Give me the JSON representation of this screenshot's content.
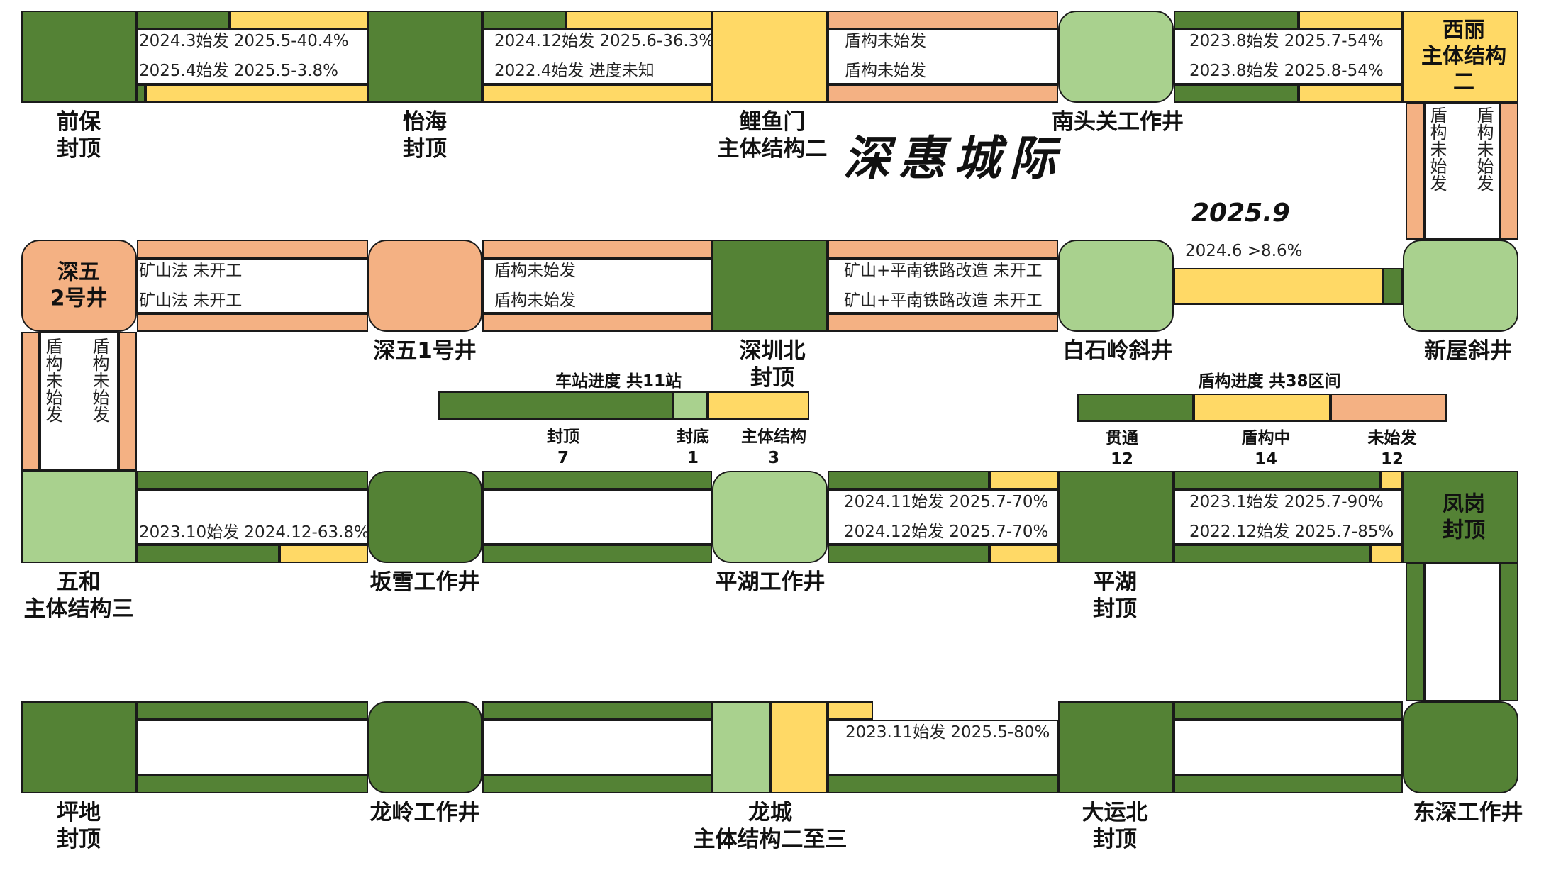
{
  "title": "深惠城际",
  "date": "2025.9",
  "colors": {
    "capped": "#548235",
    "bottom_sealed": "#a9d18e",
    "main_structure": "#ffd966",
    "not_started": "#f4b183"
  },
  "stations": {
    "qianbao": "前保\n封顶",
    "yihai": "怡海\n封顶",
    "liyumen": "鲤鱼门\n主体结构二",
    "nantouguan": "南头关工作井",
    "xili": "西丽\n主体结构\n二",
    "shenwu2": "深五\n2号井",
    "shenwu1": "深五1号井",
    "shenzhenbei": "深圳北\n封顶",
    "baishiling": "白石岭斜井",
    "xinwu": "新屋斜井",
    "wuhe": "五和\n主体结构三",
    "banxue": "坂雪工作井",
    "pinghu_ws": "平湖工作井",
    "pinghu": "平湖\n封顶",
    "fenggang": "凤岗\n封顶",
    "pingdi": "坪地\n封顶",
    "longling": "龙岭工作井",
    "longcheng": "龙城\n主体结构二至三",
    "dayunbei": "大运北\n封顶",
    "dongshen": "东深工作井"
  },
  "sections": {
    "s1_a": "2024.3始发 2025.5-40.4%",
    "s1_b": "2025.4始发 2025.5-3.8%",
    "s2_a": "2024.12始发 2025.6-36.3%",
    "s2_b": "2022.4始发 进度未知",
    "s3_a": "盾构未始发",
    "s3_b": "盾构未始发",
    "s4_a": "2023.8始发 2025.7-54%",
    "s4_b": "2023.8始发 2025.8-54%",
    "s5_a": "盾构未始发",
    "s5_b": "盾构未始发",
    "s6_a": "2024.6 >8.6%",
    "s7_a": "矿山+平南铁路改造 未开工",
    "s7_b": "矿山+平南铁路改造 未开工",
    "s8_a": "盾构未始发",
    "s8_b": "盾构未始发",
    "s9_a": "矿山法 未开工",
    "s9_b": "矿山法 未开工",
    "s10_a": "盾构未始发",
    "s10_b": "盾构未始发",
    "s11_a": "2023.10始发 2024.12-63.8%",
    "s13_a": "2024.11始发 2025.7-70%",
    "s13_b": "2024.12始发 2025.7-70%",
    "s14_a": "2023.1始发 2025.7-90%",
    "s14_b": "2022.12始发 2025.7-85%",
    "s18_a": "2023.11始发 2025.5-80%"
  },
  "station_summary": {
    "title": "车站进度 共11站",
    "items": [
      {
        "label": "封顶",
        "count": 7
      },
      {
        "label": "封底",
        "count": 1
      },
      {
        "label": "主体结构",
        "count": 3
      }
    ]
  },
  "shield_summary": {
    "title": "盾构进度 共38区间",
    "items": [
      {
        "label": "贯通",
        "count": 12
      },
      {
        "label": "盾构中",
        "count": 14
      },
      {
        "label": "未始发",
        "count": 12
      }
    ]
  }
}
